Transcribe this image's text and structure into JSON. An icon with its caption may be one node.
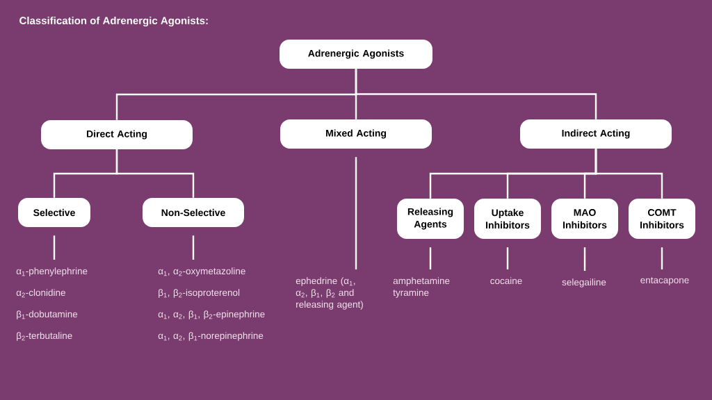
{
  "diagram": {
    "title": "Classification of Adrenergic Agonists:",
    "nodes": [
      {
        "text": [
          "Adrenergic Agonists"
        ]
      },
      {
        "text": [
          "Direct Acting"
        ]
      },
      {
        "text": [
          "Mixed Acting"
        ]
      },
      {
        "text": [
          "Indirect Acting"
        ]
      },
      {
        "text": [
          "Selective"
        ]
      },
      {
        "text": [
          "Non-Selective"
        ]
      },
      {
        "text": [
          "Releasing Agents"
        ]
      },
      {
        "text": [
          "Uptake Inhibitors"
        ]
      },
      {
        "text": [
          "MAO Inhibitors"
        ]
      },
      {
        "text": [
          "COMT Inhibitors"
        ]
      },
      {
        "text": [
          "α$_{1}$-phenylephrine",
          "α$_{2}$-clonidine",
          "β$_{1}$-dobutamine",
          "β$_{2}$-terbutaline"
        ]
      },
      {
        "text": [
          "α$_{1}$, α$_{2}$-oxymetazoline",
          "β$_{1}$, β$_{2}$-isoproterenol",
          "α$_{1}$, α$_{2}$, β$_{1}$, β$_{2}$-epinephrine",
          "α$_{1}$, α$_{2}$, β$_{1}$-norepinephrine"
        ]
      },
      {
        "text": [
          "ephedrine (α$_{1}$, α$_{2}$, β$_{1}$, β$_{2}$ and releasing agent)"
        ]
      },
      {
        "text": [
          "amphetamine",
          "tyramine"
        ]
      },
      {
        "text": [
          "cocaine"
        ]
      },
      {
        "text": [
          "selegailine"
        ]
      },
      {
        "text": [
          "entacapone"
        ]
      }
    ],
    "edges": [
      {
        "from": 0,
        "to": 1,
        "arrow": "none"
      },
      {
        "from": 0,
        "to": 2,
        "arrow": "none"
      },
      {
        "from": 0,
        "to": 3,
        "arrow": "none"
      },
      {
        "from": 1,
        "to": 4,
        "arrow": "none"
      },
      {
        "from": 1,
        "to": 5,
        "arrow": "none"
      },
      {
        "from": 3,
        "to": 6,
        "arrow": "none"
      },
      {
        "from": 3,
        "to": 7,
        "arrow": "none"
      },
      {
        "from": 3,
        "to": 8,
        "arrow": "none"
      },
      {
        "from": 3,
        "to": 9,
        "arrow": "none"
      },
      {
        "from": 4,
        "to": 10,
        "arrow": "none"
      },
      {
        "from": 5,
        "to": 11,
        "arrow": "none"
      },
      {
        "from": 2,
        "to": 12,
        "arrow": "none"
      },
      {
        "from": 6,
        "to": 13,
        "arrow": "none"
      },
      {
        "from": 7,
        "to": 14,
        "arrow": "none"
      },
      {
        "from": 8,
        "to": 15,
        "arrow": "none"
      },
      {
        "from": 9,
        "to": 16,
        "arrow": "none"
      }
    ]
  }
}
